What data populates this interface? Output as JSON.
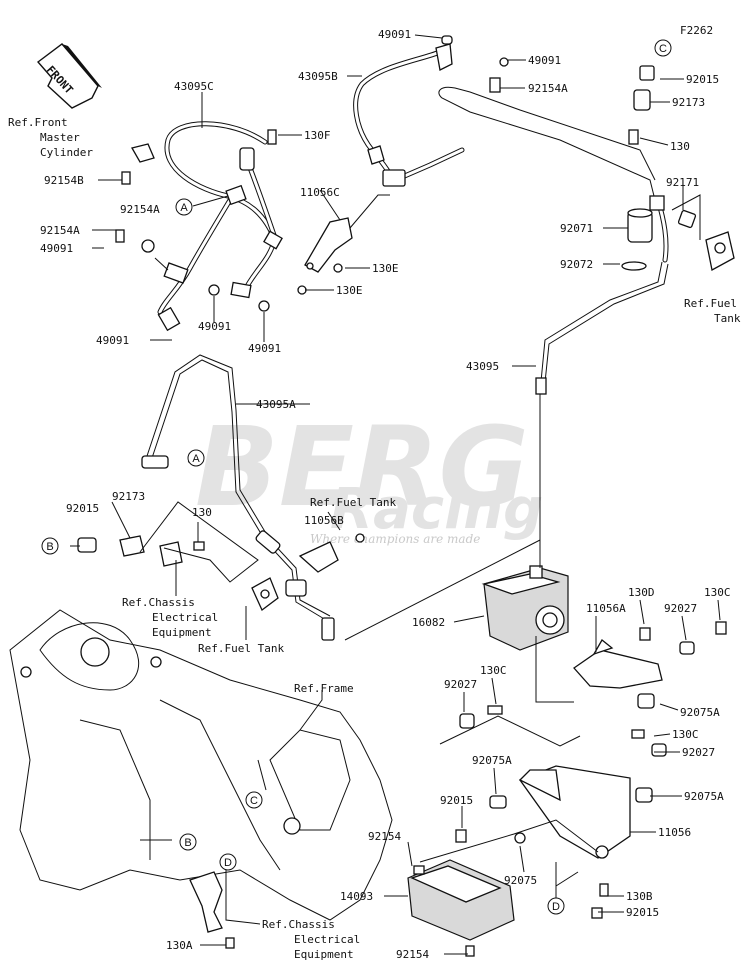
{
  "figure_code": "F2262",
  "front_label": "FRONT",
  "watermark": {
    "brand": "BERG",
    "sub": "Racing",
    "tagline": "Where champions are made"
  },
  "callouts": [
    "A",
    "A",
    "B",
    "B",
    "C",
    "C",
    "D",
    "D"
  ],
  "parts": {
    "p49091_top": "49091",
    "p43095B": "43095B",
    "p49091_r": "49091",
    "p92154A_top": "92154A",
    "p43095C": "43095C",
    "p130F": "130F",
    "p92154B": "92154B",
    "p11056C": "11056C",
    "p92154A_l": "92154A",
    "p92154A_l2": "92154A",
    "p49091_l": "49091",
    "p130E_1": "130E",
    "p130E_2": "130E",
    "p49091_m": "49091",
    "p49091_b": "49091",
    "p49091_bl": "49091",
    "p92015_tr": "92015",
    "p92173_tr": "92173",
    "p130_tr": "130",
    "p92171": "92171",
    "p92071": "92071",
    "p92072": "92072",
    "p43095": "43095",
    "p43095A": "43095A",
    "p92015_l": "92015",
    "p92173_l": "92173",
    "p130_l": "130",
    "p11056B": "11056B",
    "p16082": "16082",
    "p130D": "130D",
    "p11056A": "11056A",
    "p92027_1": "92027",
    "p130C_1": "130C",
    "p92075A_1": "92075A",
    "p92027_2": "92027",
    "p130C_2": "130C",
    "p130C_3": "130C",
    "p92027_3": "92027",
    "p92075A_2": "92075A",
    "p92075A_3": "92075A",
    "p92015_m": "92015",
    "p11056": "11056",
    "p92154_m": "92154",
    "p14093": "14093",
    "p92075": "92075",
    "p130B": "130B",
    "p92015_b": "92015",
    "p130A": "130A",
    "p92154_b": "92154"
  },
  "refs": {
    "front_master_cyl": [
      "Ref.Front",
      "Master",
      "Cylinder"
    ],
    "fuel_tank_r": [
      "Ref.Fuel",
      "Tank"
    ],
    "fuel_tank_m": "Ref.Fuel Tank",
    "fuel_tank_l": "Ref.Fuel Tank",
    "chassis_elec_l": [
      "Ref.Chassis",
      "Electrical",
      "Equipment"
    ],
    "frame": "Ref.Frame",
    "chassis_elec_b": [
      "Ref.Chassis",
      "Electrical",
      "Equipment"
    ]
  }
}
